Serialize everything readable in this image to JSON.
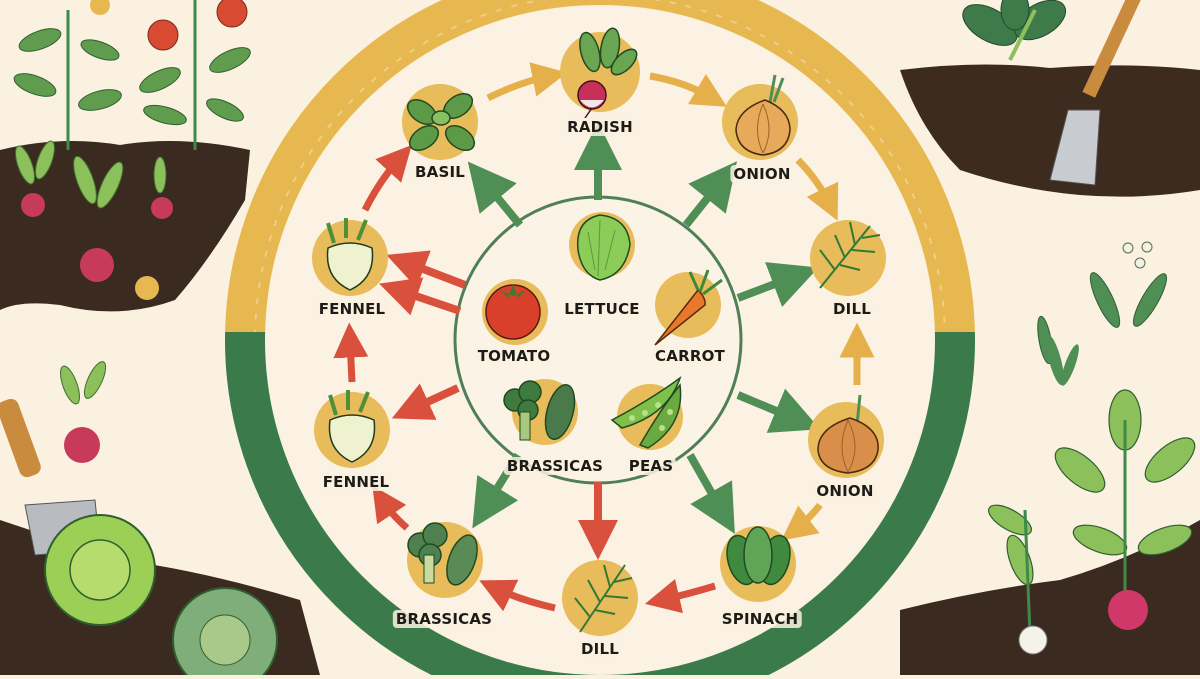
{
  "diagram": {
    "type": "crop-rotation-wheel",
    "outer_ring": {
      "top_half_color": "#e6b84f",
      "bottom_half_color": "#3b7a4a"
    },
    "center_circle": {
      "border_color": "#4f7f57",
      "crops": [
        {
          "id": "lettuce",
          "label": "LETTUCE"
        },
        {
          "id": "tomato",
          "label": "TOMATO"
        },
        {
          "id": "carrot",
          "label": "CARROT"
        },
        {
          "id": "brassicas",
          "label": "BRASSICAS"
        },
        {
          "id": "peas",
          "label": "PEAS"
        }
      ]
    },
    "outer_nodes": [
      {
        "id": "radish",
        "label": "RADISH"
      },
      {
        "id": "onion_top",
        "label": "ONION"
      },
      {
        "id": "dill_right",
        "label": "DILL"
      },
      {
        "id": "onion_right",
        "label": "ONION"
      },
      {
        "id": "spinach",
        "label": "SPINACH"
      },
      {
        "id": "dill_bottom",
        "label": "DILL"
      },
      {
        "id": "brassicas_outer",
        "label": "BRASSICAS"
      },
      {
        "id": "fennel_lower",
        "label": "FENNEL"
      },
      {
        "id": "fennel_upper",
        "label": "FENNEL"
      },
      {
        "id": "basil",
        "label": "BASIL"
      }
    ],
    "arrow_colors": {
      "good_companion": "#4f8f55",
      "cycle": "#e5b04a",
      "avoid": "#d9503c"
    },
    "cycle_arrows": [
      {
        "from": "basil",
        "to": "radish",
        "color": "cycle"
      },
      {
        "from": "radish",
        "to": "onion_top",
        "color": "cycle"
      },
      {
        "from": "onion_top",
        "to": "dill_right",
        "color": "cycle"
      },
      {
        "from": "onion_right",
        "to": "dill_right",
        "color": "cycle"
      },
      {
        "from": "onion_right",
        "to": "spinach",
        "color": "cycle"
      },
      {
        "from": "spinach",
        "to": "dill_bottom",
        "color": "avoid"
      },
      {
        "from": "dill_bottom",
        "to": "brassicas_outer",
        "color": "avoid"
      },
      {
        "from": "brassicas_outer",
        "to": "fennel_lower",
        "color": "avoid"
      },
      {
        "from": "fennel_lower",
        "to": "fennel_upper",
        "color": "avoid"
      },
      {
        "from": "fennel_upper",
        "to": "basil",
        "color": "avoid"
      }
    ],
    "center_arrows": [
      {
        "to": "basil",
        "color": "good_companion"
      },
      {
        "to": "radish",
        "color": "good_companion"
      },
      {
        "to": "onion_top",
        "color": "good_companion"
      },
      {
        "to": "dill_right",
        "color": "good_companion"
      },
      {
        "to": "onion_right",
        "color": "good_companion"
      },
      {
        "to": "spinach",
        "color": "good_companion"
      },
      {
        "to": "dill_bottom",
        "color": "avoid"
      },
      {
        "to": "brassicas_outer",
        "color": "good_companion"
      },
      {
        "to": "fennel_lower",
        "color": "avoid"
      },
      {
        "to": "fennel_upper",
        "color": "avoid"
      },
      {
        "to": "fennel_upper_2",
        "color": "avoid"
      }
    ]
  },
  "background_scenes": {
    "top_left": "tomato plants and radishes in soil",
    "top_right": "leafy plant and spade in soil, lily of the valley",
    "bottom_left": "trowel, radish, lettuce heads",
    "bottom_right": "radish and turnip plants in soil"
  }
}
